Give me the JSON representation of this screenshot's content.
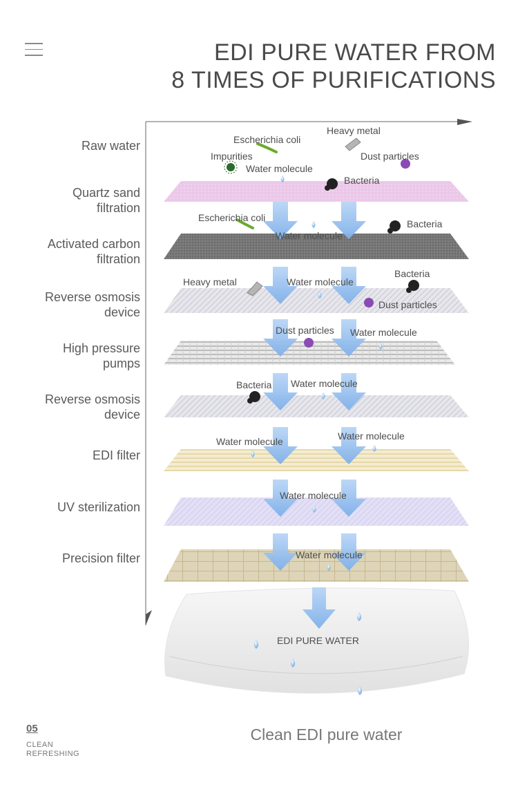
{
  "title": {
    "line1": "EDI PURE WATER FROM",
    "line2": "8 TIMES OF PURIFICATIONS"
  },
  "stages": [
    {
      "label_lines": [
        "Raw water"
      ]
    },
    {
      "label_lines": [
        "Quartz sand",
        "filtration"
      ]
    },
    {
      "label_lines": [
        "Activated carbon",
        "filtration"
      ]
    },
    {
      "label_lines": [
        "Reverse osmosis",
        "device"
      ]
    },
    {
      "label_lines": [
        "High pressure",
        "pumps"
      ]
    },
    {
      "label_lines": [
        "Reverse osmosis",
        "device"
      ]
    },
    {
      "label_lines": [
        "EDI filter"
      ]
    },
    {
      "label_lines": [
        "UV sterilization"
      ]
    },
    {
      "label_lines": [
        "Precision filter"
      ]
    }
  ],
  "particles": {
    "raw": [
      "Escherichia coli",
      "Heavy metal",
      "Impurities",
      "Dust particles",
      "Water molecule",
      "Bacteria"
    ],
    "quartz": [
      "Escherichia coli",
      "Bacteria",
      "Water molecule"
    ],
    "carbon": [
      "Heavy metal",
      "Water molecule",
      "Bacteria",
      "Dust particles"
    ],
    "ro1": [
      "Dust particles",
      "Water molecule"
    ],
    "pumps": [
      "Bacteria",
      "Water molecule"
    ],
    "ro2": [
      "Water molecule",
      "Water molecule"
    ],
    "edi": [
      "Water molecule"
    ],
    "uv": [
      "Water molecule"
    ]
  },
  "result_label": "EDI PURE WATER",
  "caption": "Clean EDI pure water",
  "footer": {
    "number": "05",
    "line1": "CLEAN",
    "line2": "REFRESHING"
  },
  "colors": {
    "arrow": "#9cc3ef",
    "quartz": "#e7c2e6",
    "carbon": "#7b7b7b",
    "edi": "#efe4bf",
    "uv": "#dcd8f3",
    "precision": "#d8cfb2"
  }
}
